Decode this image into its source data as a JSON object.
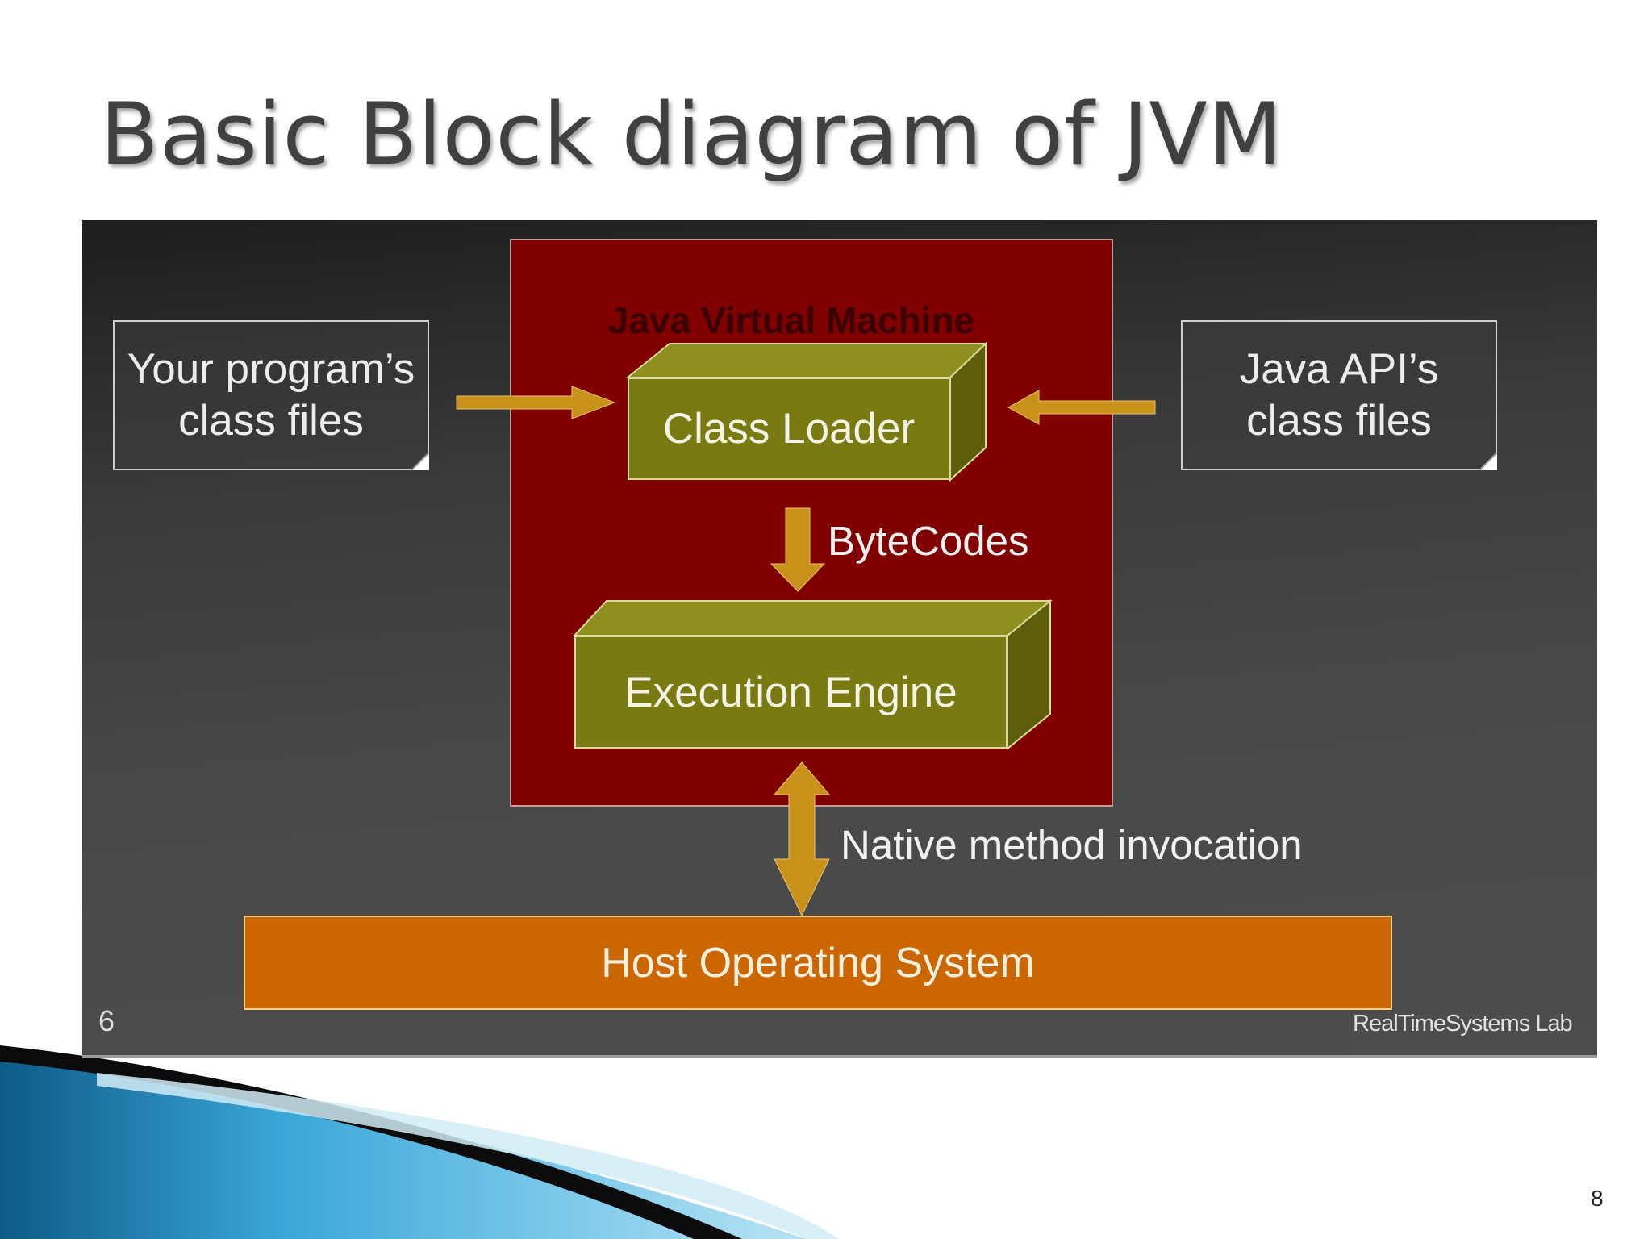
{
  "slide": {
    "title": "Basic Block diagram of JVM",
    "page_number": "8"
  },
  "diagram": {
    "jvm_label": "Java Virtual Machine",
    "left_note": {
      "line1": "Your program’s",
      "line2": "class files"
    },
    "right_note": {
      "line1": "Java API’s",
      "line2": "class files"
    },
    "class_loader": "Class Loader",
    "bytecodes_label": "ByteCodes",
    "execution_engine": "Execution Engine",
    "native_label": "Native method invocation",
    "host_os": "Host Operating System",
    "figure_number": "6",
    "credit": "RealTimeSystems  Lab"
  },
  "colors": {
    "jvm_box": "#800000",
    "block_front": "#7a7a12",
    "block_top": "#8f8f1f",
    "block_side": "#5e5e0a",
    "arrow": "#d4a017",
    "host_os": "#cc6600"
  }
}
